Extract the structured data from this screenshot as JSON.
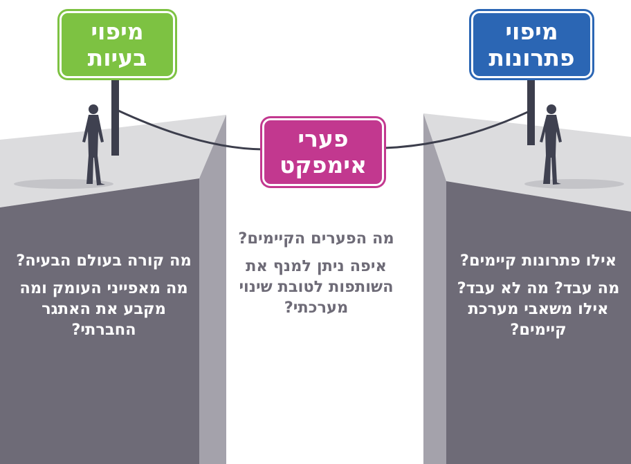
{
  "colors": {
    "problems_sign": "#7dc242",
    "solutions_sign": "#2b66b4",
    "gaps_sign": "#c2388f",
    "cliff_face": "#6e6b77",
    "cliff_top": "#dcdcde",
    "text_on_cliff": "#ffffff",
    "text_center": "#6e6b77"
  },
  "signs": {
    "problems": {
      "line1": "מיפוי",
      "line2": "בעיות"
    },
    "solutions": {
      "line1": "מיפוי",
      "line2": "פתרונות"
    },
    "gaps": {
      "line1": "פערי",
      "line2": "אימפקט"
    }
  },
  "columns": {
    "left": {
      "q1": "מה קורה בעולם הבעיה?",
      "q2": "מה מאפייני העומק ומה מקבע את האתגר החברתי?"
    },
    "center": {
      "q1": "מה הפערים הקיימים?",
      "q2": "איפה ניתן למנף את השותפות לטובת שינוי מערכתי?"
    },
    "right": {
      "q1": "אילו פתרונות קיימים?",
      "q2": "מה עבד? מה לא עבד? אילו משאבי מערכת קיימים?"
    }
  }
}
